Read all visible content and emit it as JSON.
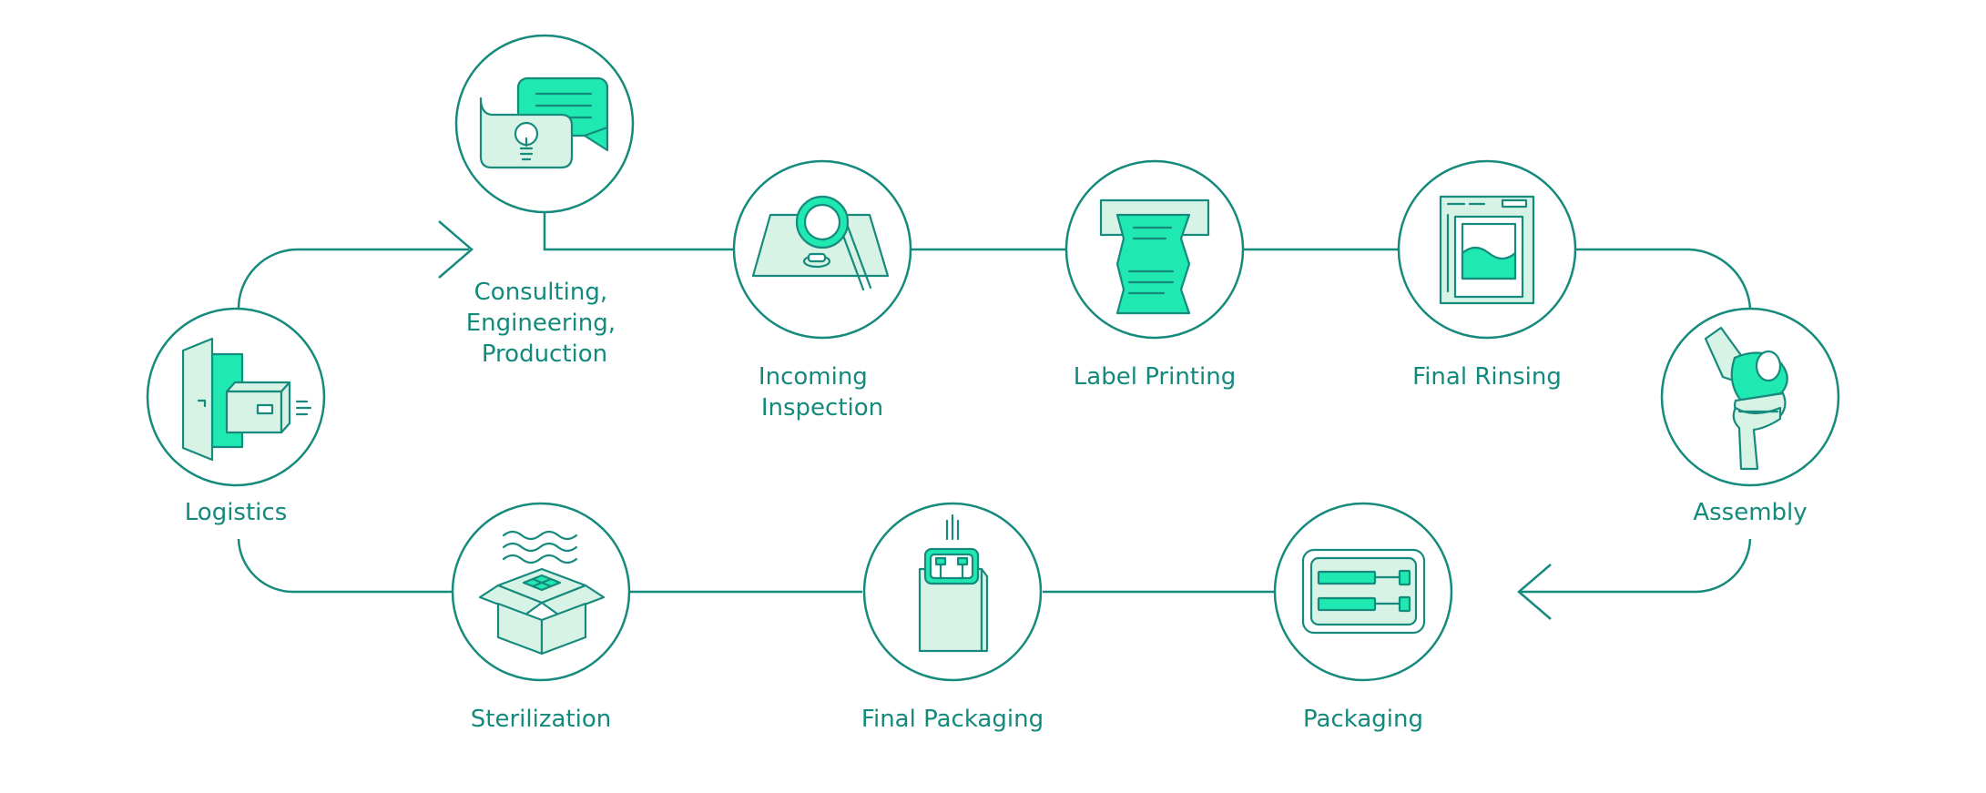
{
  "steps": {
    "consulting": {
      "label_lines": [
        "Consulting,",
        "Engineering,",
        "Production"
      ],
      "icon": "chat-bubbles-lightbulb-icon"
    },
    "incoming": {
      "label_lines": [
        "Incoming",
        "Inspection"
      ],
      "icon": "magnifier-icon"
    },
    "label_printing": {
      "label": "Label Printing",
      "icon": "printer-label-icon"
    },
    "final_rinsing": {
      "label": "Final Rinsing",
      "icon": "rinsing-tank-icon"
    },
    "assembly": {
      "label": "Assembly",
      "icon": "knee-implant-icon"
    },
    "packaging": {
      "label": "Packaging",
      "icon": "blister-pack-icon"
    },
    "final_packaging": {
      "label": "Final Packaging",
      "icon": "sealed-bag-icon"
    },
    "sterilization": {
      "label": "Sterilization",
      "icon": "steaming-box-icon"
    },
    "logistics": {
      "label": "Logistics",
      "icon": "door-box-icon"
    }
  },
  "colors": {
    "stroke": "#168a7c",
    "accent": "#1fe8b0",
    "pale": "#d7f3e6",
    "text": "#138a7c"
  }
}
